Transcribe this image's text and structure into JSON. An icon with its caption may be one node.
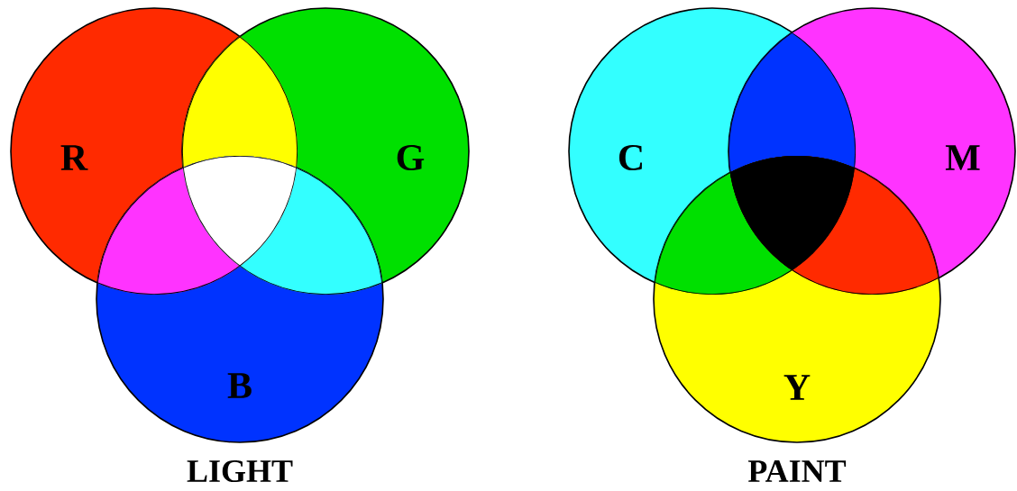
{
  "diagram": {
    "nodes": [
      {
        "text": [
          "R"
        ]
      },
      {
        "text": [
          "G"
        ]
      },
      {
        "text": [
          "B"
        ]
      },
      {
        "text": [
          "C"
        ]
      },
      {
        "text": [
          "M"
        ]
      },
      {
        "text": [
          "Y"
        ]
      }
    ],
    "labels": [
      "LIGHT",
      "PAINT"
    ]
  }
}
